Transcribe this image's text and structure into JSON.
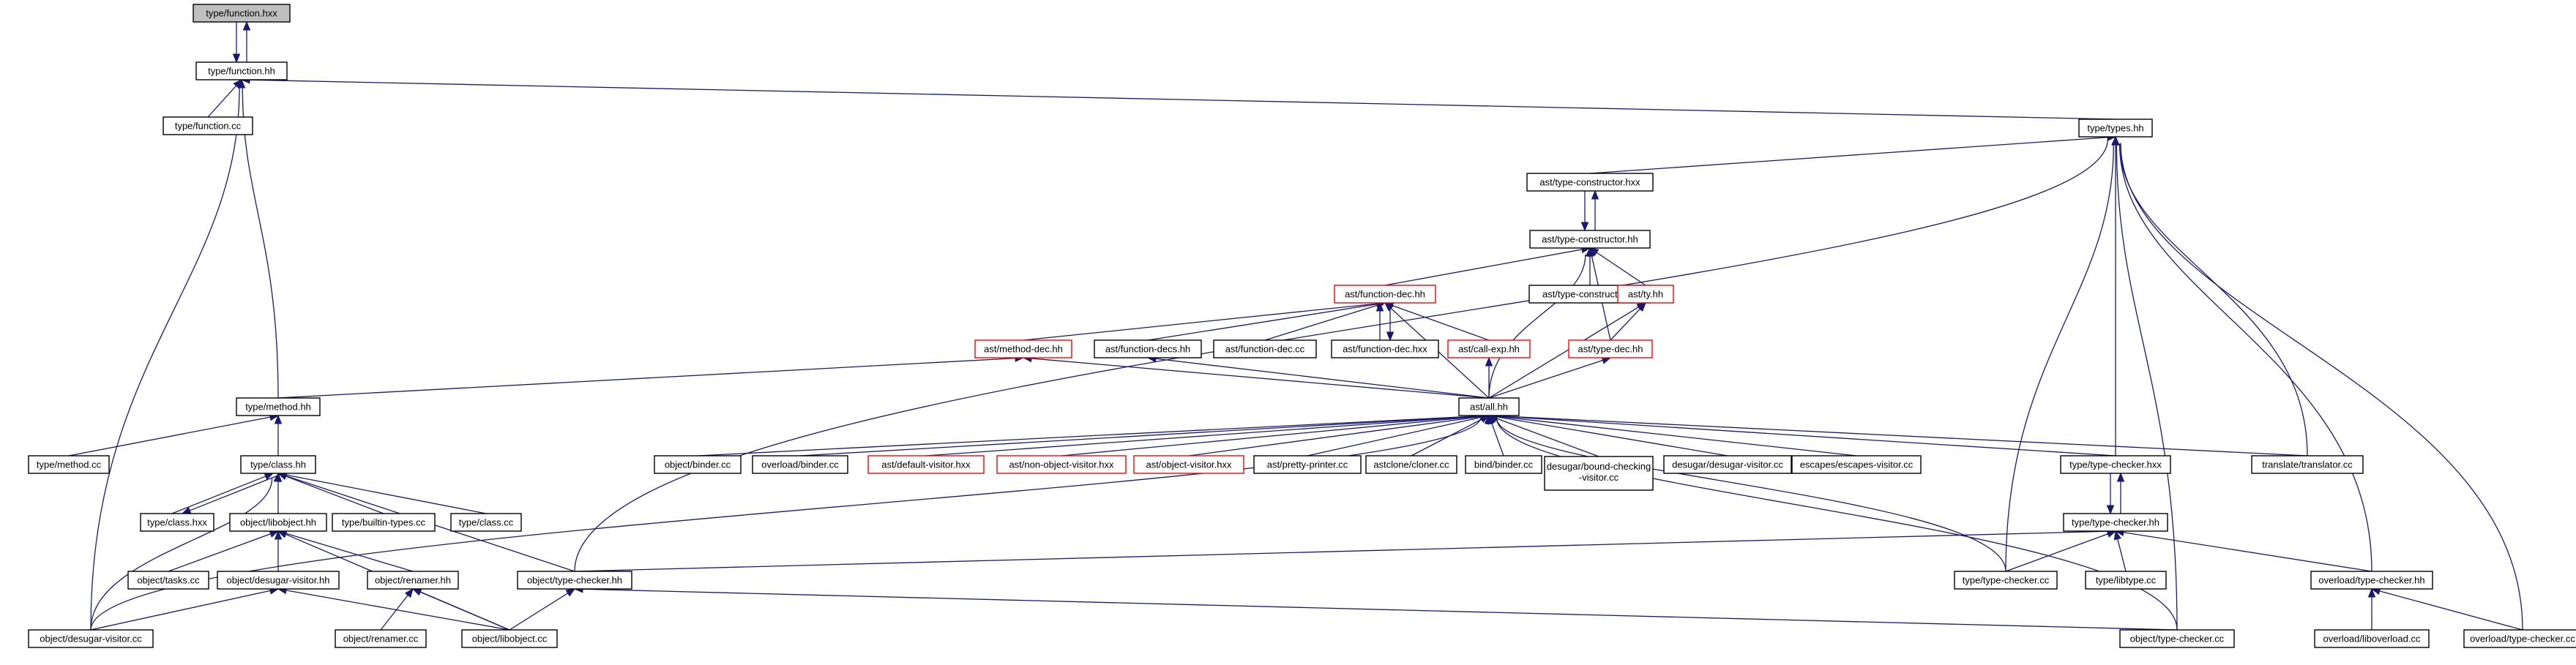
{
  "graph": {
    "nodes": [
      {
        "id": "type_function_hxx",
        "label": "type/function.hxx",
        "style": "root"
      },
      {
        "id": "type_function_hh",
        "label": "type/function.hh",
        "style": "normal"
      },
      {
        "id": "type_function_cc",
        "label": "type/function.cc",
        "style": "normal"
      },
      {
        "id": "type_types_hh",
        "label": "type/types.hh",
        "style": "normal"
      },
      {
        "id": "ast_type_constructor_hxx",
        "label": "ast/type-constructor.hxx",
        "style": "normal"
      },
      {
        "id": "ast_type_constructor_hh",
        "label": "ast/type-constructor.hh",
        "style": "normal"
      },
      {
        "id": "ast_function_dec_hh",
        "label": "ast/function-dec.hh",
        "style": "red"
      },
      {
        "id": "ast_type_constructor_cc",
        "label": "ast/type-constructor.cc",
        "style": "normal"
      },
      {
        "id": "ast_ty_hh",
        "label": "ast/ty.hh",
        "style": "red"
      },
      {
        "id": "ast_method_dec_hh",
        "label": "ast/method-dec.hh",
        "style": "red"
      },
      {
        "id": "ast_function_decs_hh",
        "label": "ast/function-decs.hh",
        "style": "normal"
      },
      {
        "id": "ast_function_dec_cc",
        "label": "ast/function-dec.cc",
        "style": "normal"
      },
      {
        "id": "ast_function_dec_hxx",
        "label": "ast/function-dec.hxx",
        "style": "normal"
      },
      {
        "id": "ast_call_exp_hh",
        "label": "ast/call-exp.hh",
        "style": "red"
      },
      {
        "id": "ast_type_dec_hh",
        "label": "ast/type-dec.hh",
        "style": "red"
      },
      {
        "id": "type_method_hh",
        "label": "type/method.hh",
        "style": "normal"
      },
      {
        "id": "ast_all_hh",
        "label": "ast/all.hh",
        "style": "normal"
      },
      {
        "id": "type_method_cc",
        "label": "type/method.cc",
        "style": "normal"
      },
      {
        "id": "type_class_hh",
        "label": "type/class.hh",
        "style": "normal"
      },
      {
        "id": "object_binder_cc",
        "label": "object/binder.cc",
        "style": "normal"
      },
      {
        "id": "overload_binder_cc",
        "label": "overload/binder.cc",
        "style": "normal"
      },
      {
        "id": "ast_default_visitor_hxx",
        "label": "ast/default-visitor.hxx",
        "style": "red"
      },
      {
        "id": "ast_non_object_visitor_hxx",
        "label": "ast/non-object-visitor.hxx",
        "style": "red"
      },
      {
        "id": "ast_object_visitor_hxx",
        "label": "ast/object-visitor.hxx",
        "style": "red"
      },
      {
        "id": "ast_pretty_printer_cc",
        "label": "ast/pretty-printer.cc",
        "style": "normal"
      },
      {
        "id": "astclone_cloner_cc",
        "label": "astclone/cloner.cc",
        "style": "normal"
      },
      {
        "id": "bind_binder_cc",
        "label": "bind/binder.cc",
        "style": "normal"
      },
      {
        "id": "desugar_bound_checking_visitor_cc",
        "label": "desugar/bound-checking",
        "label2": "-visitor.cc",
        "style": "normal"
      },
      {
        "id": "desugar_desugar_visitor_cc",
        "label": "desugar/desugar-visitor.cc",
        "style": "normal"
      },
      {
        "id": "escapes_escapes_visitor_cc",
        "label": "escapes/escapes-visitor.cc",
        "style": "normal"
      },
      {
        "id": "type_type_checker_hxx",
        "label": "type/type-checker.hxx",
        "style": "normal"
      },
      {
        "id": "translate_translator_cc",
        "label": "translate/translator.cc",
        "style": "normal"
      },
      {
        "id": "type_class_hxx",
        "label": "type/class.hxx",
        "style": "normal"
      },
      {
        "id": "object_libobject_hh",
        "label": "object/libobject.hh",
        "style": "normal"
      },
      {
        "id": "type_builtin_types_cc",
        "label": "type/builtin-types.cc",
        "style": "normal"
      },
      {
        "id": "type_class_cc",
        "label": "type/class.cc",
        "style": "normal"
      },
      {
        "id": "type_type_checker_hh",
        "label": "type/type-checker.hh",
        "style": "normal"
      },
      {
        "id": "object_tasks_cc",
        "label": "object/tasks.cc",
        "style": "normal"
      },
      {
        "id": "object_desugar_visitor_hh",
        "label": "object/desugar-visitor.hh",
        "style": "normal"
      },
      {
        "id": "object_renamer_hh",
        "label": "object/renamer.hh",
        "style": "normal"
      },
      {
        "id": "object_type_checker_hh",
        "label": "object/type-checker.hh",
        "style": "normal"
      },
      {
        "id": "type_type_checker_cc",
        "label": "type/type-checker.cc",
        "style": "normal"
      },
      {
        "id": "type_libtype_cc",
        "label": "type/libtype.cc",
        "style": "normal"
      },
      {
        "id": "overload_type_checker_hh",
        "label": "overload/type-checker.hh",
        "style": "normal"
      },
      {
        "id": "object_desugar_visitor_cc",
        "label": "object/desugar-visitor.cc",
        "style": "normal"
      },
      {
        "id": "object_renamer_cc",
        "label": "object/renamer.cc",
        "style": "normal"
      },
      {
        "id": "object_libobject_cc",
        "label": "object/libobject.cc",
        "style": "normal"
      },
      {
        "id": "object_type_checker_cc",
        "label": "object/type-checker.cc",
        "style": "normal"
      },
      {
        "id": "overload_liboverload_cc",
        "label": "overload/liboverload.cc",
        "style": "normal"
      },
      {
        "id": "overload_type_checker_cc",
        "label": "overload/type-checker.cc",
        "style": "normal"
      }
    ],
    "edges": [
      [
        "type_function_hh",
        "type_function_hxx"
      ],
      [
        "type_function_hxx",
        "type_function_hh"
      ],
      [
        "type_function_cc",
        "type_function_hh"
      ],
      [
        "object_desugar_visitor_cc",
        "type_function_hh"
      ],
      [
        "type_method_hh",
        "type_function_hh"
      ],
      [
        "type_types_hh",
        "type_function_hh"
      ],
      [
        "ast_type_constructor_hxx",
        "type_types_hh"
      ],
      [
        "ast_type_constructor_hh",
        "ast_type_constructor_hxx"
      ],
      [
        "ast_type_constructor_hxx",
        "ast_type_constructor_hh"
      ],
      [
        "ast_function_dec_hh",
        "ast_type_constructor_hh"
      ],
      [
        "ast_type_constructor_cc",
        "ast_type_constructor_hh"
      ],
      [
        "ast_ty_hh",
        "ast_type_constructor_hh"
      ],
      [
        "ast_type_dec_hh",
        "ast_type_constructor_hh"
      ],
      [
        "ast_all_hh",
        "ast_type_constructor_hh"
      ],
      [
        "ast_method_dec_hh",
        "ast_function_dec_hh"
      ],
      [
        "ast_function_decs_hh",
        "ast_function_dec_hh"
      ],
      [
        "ast_function_dec_cc",
        "ast_function_dec_hh"
      ],
      [
        "ast_function_dec_hxx",
        "ast_function_dec_hh"
      ],
      [
        "ast_function_dec_hh",
        "ast_function_dec_hxx"
      ],
      [
        "ast_call_exp_hh",
        "ast_function_dec_hh"
      ],
      [
        "ast_all_hh",
        "ast_function_dec_hh"
      ],
      [
        "ast_type_dec_hh",
        "ast_ty_hh"
      ],
      [
        "ast_all_hh",
        "ast_ty_hh"
      ],
      [
        "type_method_hh",
        "ast_method_dec_hh"
      ],
      [
        "ast_all_hh",
        "ast_method_dec_hh"
      ],
      [
        "ast_all_hh",
        "ast_function_decs_hh"
      ],
      [
        "ast_all_hh",
        "ast_call_exp_hh"
      ],
      [
        "ast_all_hh",
        "ast_type_dec_hh"
      ],
      [
        "type_method_cc",
        "type_method_hh"
      ],
      [
        "type_class_hh",
        "type_method_hh"
      ],
      [
        "object_binder_cc",
        "ast_all_hh"
      ],
      [
        "overload_binder_cc",
        "ast_all_hh"
      ],
      [
        "ast_default_visitor_hxx",
        "ast_all_hh"
      ],
      [
        "ast_non_object_visitor_hxx",
        "ast_all_hh"
      ],
      [
        "ast_object_visitor_hxx",
        "ast_all_hh"
      ],
      [
        "ast_pretty_printer_cc",
        "ast_all_hh"
      ],
      [
        "astclone_cloner_cc",
        "ast_all_hh"
      ],
      [
        "bind_binder_cc",
        "ast_all_hh"
      ],
      [
        "desugar_bound_checking_visitor_cc",
        "ast_all_hh"
      ],
      [
        "desugar_desugar_visitor_cc",
        "ast_all_hh"
      ],
      [
        "escapes_escapes_visitor_cc",
        "ast_all_hh"
      ],
      [
        "type_type_checker_hxx",
        "ast_all_hh"
      ],
      [
        "translate_translator_cc",
        "ast_all_hh"
      ],
      [
        "object_desugar_visitor_cc",
        "ast_all_hh"
      ],
      [
        "type_type_checker_cc",
        "ast_all_hh"
      ],
      [
        "object_type_checker_cc",
        "ast_all_hh"
      ],
      [
        "type_class_hxx",
        "type_class_hh"
      ],
      [
        "type_class_hh",
        "type_class_hxx"
      ],
      [
        "object_libobject_hh",
        "type_class_hh"
      ],
      [
        "type_builtin_types_cc",
        "type_class_hh"
      ],
      [
        "type_class_cc",
        "type_class_hh"
      ],
      [
        "object_type_checker_hh",
        "type_class_hh"
      ],
      [
        "object_desugar_visitor_cc",
        "type_class_hh"
      ],
      [
        "object_tasks_cc",
        "object_libobject_hh"
      ],
      [
        "object_desugar_visitor_hh",
        "object_libobject_hh"
      ],
      [
        "object_renamer_hh",
        "object_libobject_hh"
      ],
      [
        "object_libobject_cc",
        "object_libobject_hh"
      ],
      [
        "object_desugar_visitor_cc",
        "object_desugar_visitor_hh"
      ],
      [
        "object_libobject_cc",
        "object_desugar_visitor_hh"
      ],
      [
        "object_renamer_cc",
        "object_renamer_hh"
      ],
      [
        "object_libobject_cc",
        "object_renamer_hh"
      ],
      [
        "object_libobject_cc",
        "object_type_checker_hh"
      ],
      [
        "object_type_checker_cc",
        "object_type_checker_hh"
      ],
      [
        "type_type_checker_hh",
        "type_type_checker_hxx"
      ],
      [
        "type_type_checker_hxx",
        "type_type_checker_hh"
      ],
      [
        "type_type_checker_cc",
        "type_type_checker_hh"
      ],
      [
        "type_libtype_cc",
        "type_type_checker_hh"
      ],
      [
        "object_type_checker_hh",
        "type_type_checker_hh"
      ],
      [
        "overload_type_checker_hh",
        "type_type_checker_hh"
      ],
      [
        "overload_liboverload_cc",
        "overload_type_checker_hh"
      ],
      [
        "overload_type_checker_cc",
        "overload_type_checker_hh"
      ],
      [
        "object_type_checker_hh",
        "type_types_hh"
      ],
      [
        "type_type_checker_cc",
        "type_types_hh"
      ],
      [
        "type_type_checker_hxx",
        "type_types_hh"
      ],
      [
        "translate_translator_cc",
        "type_types_hh"
      ],
      [
        "object_type_checker_cc",
        "type_types_hh"
      ],
      [
        "overload_type_checker_hh",
        "type_types_hh"
      ],
      [
        "overload_type_checker_cc",
        "type_types_hh"
      ]
    ]
  }
}
